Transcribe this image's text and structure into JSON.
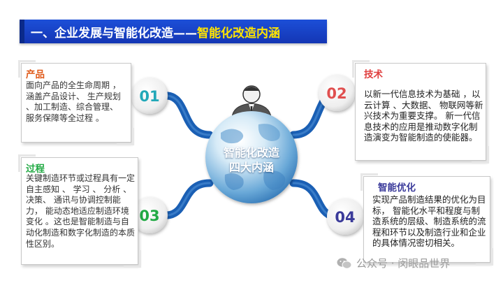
{
  "title": {
    "main": "一、企业发展与智能化改造——",
    "highlight": "智能化改造内涵"
  },
  "center": {
    "line1": "智能化改造",
    "line2": "四大内涵"
  },
  "numbers": [
    "01",
    "02",
    "03",
    "04"
  ],
  "cards": [
    {
      "title": "产品",
      "body": "面向产品的全生命周期 ，涵盖产品设计、 生产规划 、加工制造、综合管理、 服务保障等全过程 。"
    },
    {
      "title": "过程",
      "body": "关键制造环节或过程具有一定自主感知 、 学习 、 分析 、决策、 通讯与协调控制能力， 能动态地适应制造环境变化 。这也是智能制造与自动化制造和数字化制造的本质性区别。"
    },
    {
      "title": "技术",
      "body": "以新一代信息技术为基础 ，以云计算 、大数据、 物联网等新兴技术为重要支撑。 新一代信息技术的应用是推动数字化制造演变为智能制造的使能器。"
    },
    {
      "title": "智能优化",
      "body": "实现产品制造结果的优化为目标， 智能化水平和程度与制造系统的层级、制造系统的流程和环节以及制造行业和企业的具体情况密切相关。"
    }
  ],
  "watermark": "公众号 · 闵眼品世界",
  "colors": {
    "title_bg": "#1c4fd8",
    "title_highlight": "#ffe400",
    "arm": "#1a5fb4",
    "num1": "#20a8b8",
    "num2": "#e05050",
    "num3": "#22aa44",
    "num4": "#3a3a9a"
  },
  "icons": [
    "person-icon",
    "globe-icon",
    "wechat-icon"
  ]
}
